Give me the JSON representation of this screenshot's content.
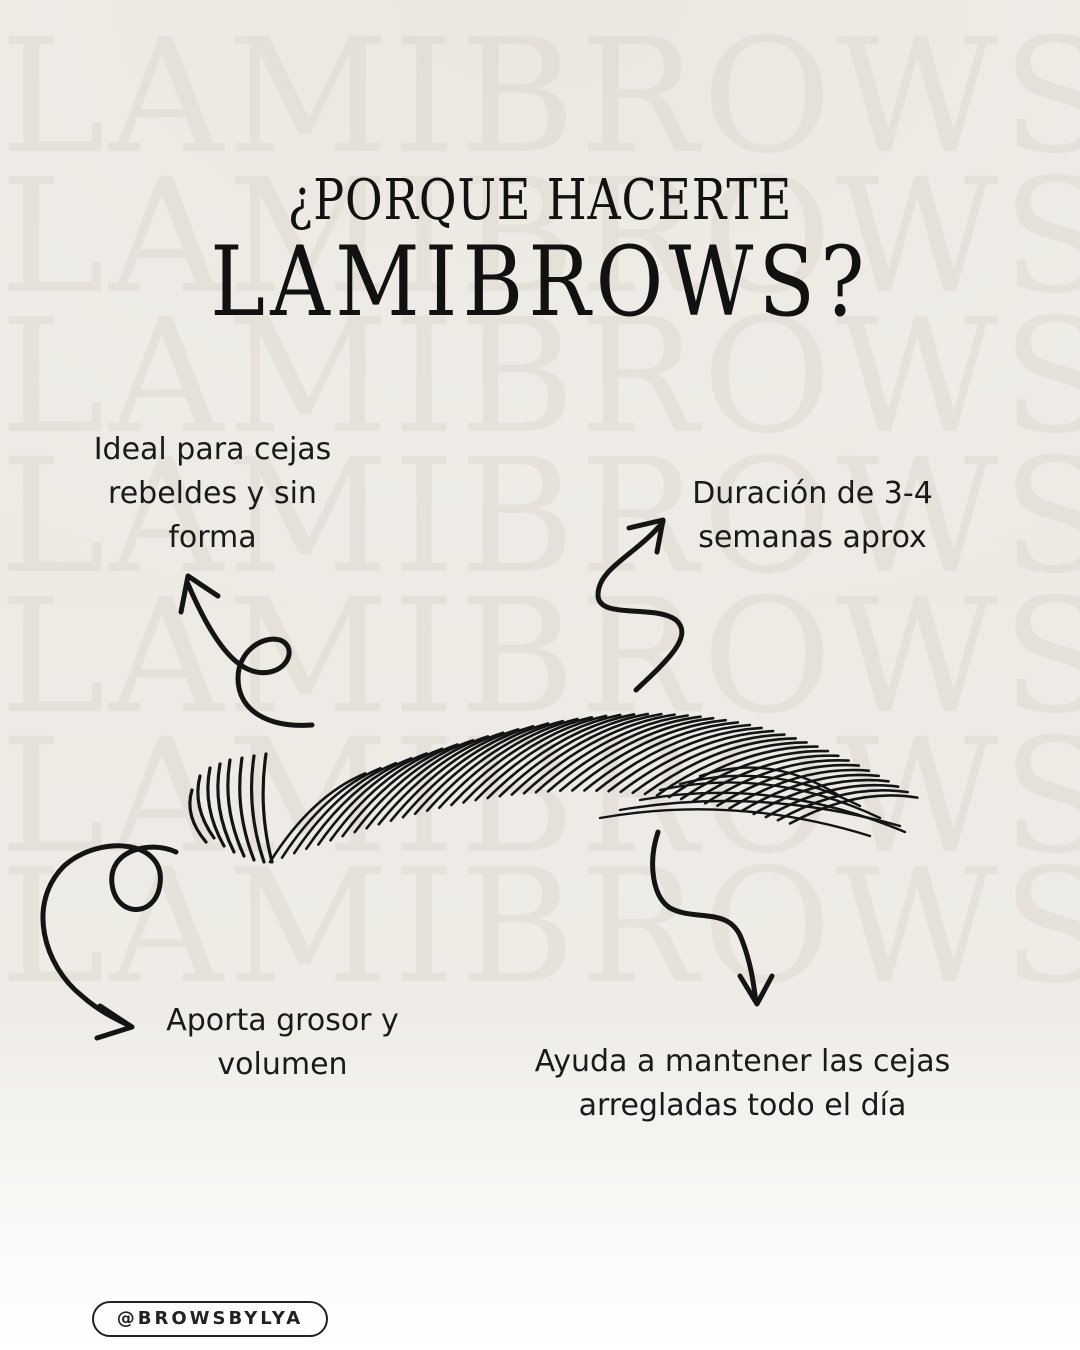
{
  "watermark_text": "LAMIBROWS",
  "title": {
    "line1": "¿PORQUE HACERTE",
    "line2": "LAMIBROWS?"
  },
  "benefits": {
    "ideal": [
      "Ideal para cejas",
      "rebeldes y sin",
      "forma"
    ],
    "duracion": [
      "Duración de 3-4",
      "semanas aprox"
    ],
    "aporta": [
      "Aporta grosor y",
      "volumen"
    ],
    "ayuda": [
      "Ayuda a mantener las cejas",
      "arregladas todo el día"
    ]
  },
  "handle": "@BROWSBYLYA",
  "icons": [
    "eyebrow-illustration",
    "curly-arrow-icon"
  ],
  "colors": {
    "background": "#efece6",
    "ink": "#111111",
    "watermark": "#d2c8b9"
  }
}
